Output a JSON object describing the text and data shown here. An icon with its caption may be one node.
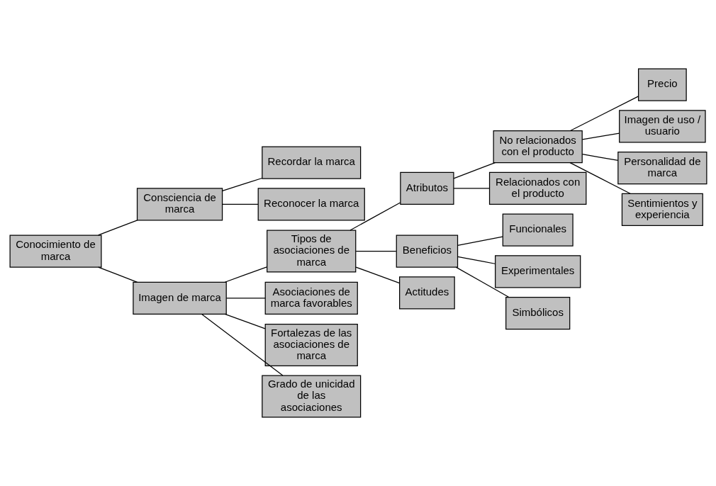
{
  "diagram": {
    "nodes": [
      {
        "text": [
          "Conocimiento de marca"
        ]
      },
      {
        "text": [
          "Consciencia de marca"
        ]
      },
      {
        "text": [
          "Recordar la marca"
        ]
      },
      {
        "text": [
          "Reconocer la marca"
        ]
      },
      {
        "text": [
          "Imagen de marca"
        ]
      },
      {
        "text": [
          "Tipos de asociaciones de marca"
        ]
      },
      {
        "text": [
          "Asociaciones de marca favorables"
        ]
      },
      {
        "text": [
          "Fortalezas de las asociaciones de marca"
        ]
      },
      {
        "text": [
          "Grado de unicidad de las asociaciones"
        ]
      },
      {
        "text": [
          "Atributos"
        ]
      },
      {
        "text": [
          "No relacionados con el producto"
        ]
      },
      {
        "text": [
          "Relacionados con el producto"
        ]
      },
      {
        "text": [
          "Precio"
        ]
      },
      {
        "text": [
          "Imagen de uso / usuario"
        ]
      },
      {
        "text": [
          "Personalidad de marca"
        ]
      },
      {
        "text": [
          "Sentimientos y experiencia"
        ]
      },
      {
        "text": [
          "Beneficios"
        ]
      },
      {
        "text": [
          "Funcionales"
        ]
      },
      {
        "text": [
          "Experimentales"
        ]
      },
      {
        "text": [
          "Simbólicos"
        ]
      },
      {
        "text": [
          "Actitudes"
        ]
      }
    ],
    "edges": [
      {
        "from": 0,
        "to": 1,
        "arrow": "none"
      },
      {
        "from": 0,
        "to": 4,
        "arrow": "none"
      },
      {
        "from": 1,
        "to": 2,
        "arrow": "none"
      },
      {
        "from": 1,
        "to": 3,
        "arrow": "none"
      },
      {
        "from": 4,
        "to": 5,
        "arrow": "none"
      },
      {
        "from": 4,
        "to": 6,
        "arrow": "none"
      },
      {
        "from": 4,
        "to": 7,
        "arrow": "none"
      },
      {
        "from": 4,
        "to": 8,
        "arrow": "none"
      },
      {
        "from": 5,
        "to": 9,
        "arrow": "none"
      },
      {
        "from": 5,
        "to": 16,
        "arrow": "none"
      },
      {
        "from": 5,
        "to": 20,
        "arrow": "none"
      },
      {
        "from": 9,
        "to": 10,
        "arrow": "none"
      },
      {
        "from": 9,
        "to": 11,
        "arrow": "none"
      },
      {
        "from": 10,
        "to": 12,
        "arrow": "none"
      },
      {
        "from": 10,
        "to": 13,
        "arrow": "none"
      },
      {
        "from": 10,
        "to": 14,
        "arrow": "none"
      },
      {
        "from": 10,
        "to": 15,
        "arrow": "none"
      },
      {
        "from": 16,
        "to": 17,
        "arrow": "none"
      },
      {
        "from": 16,
        "to": 18,
        "arrow": "none"
      },
      {
        "from": 16,
        "to": 19,
        "arrow": "none"
      }
    ]
  }
}
